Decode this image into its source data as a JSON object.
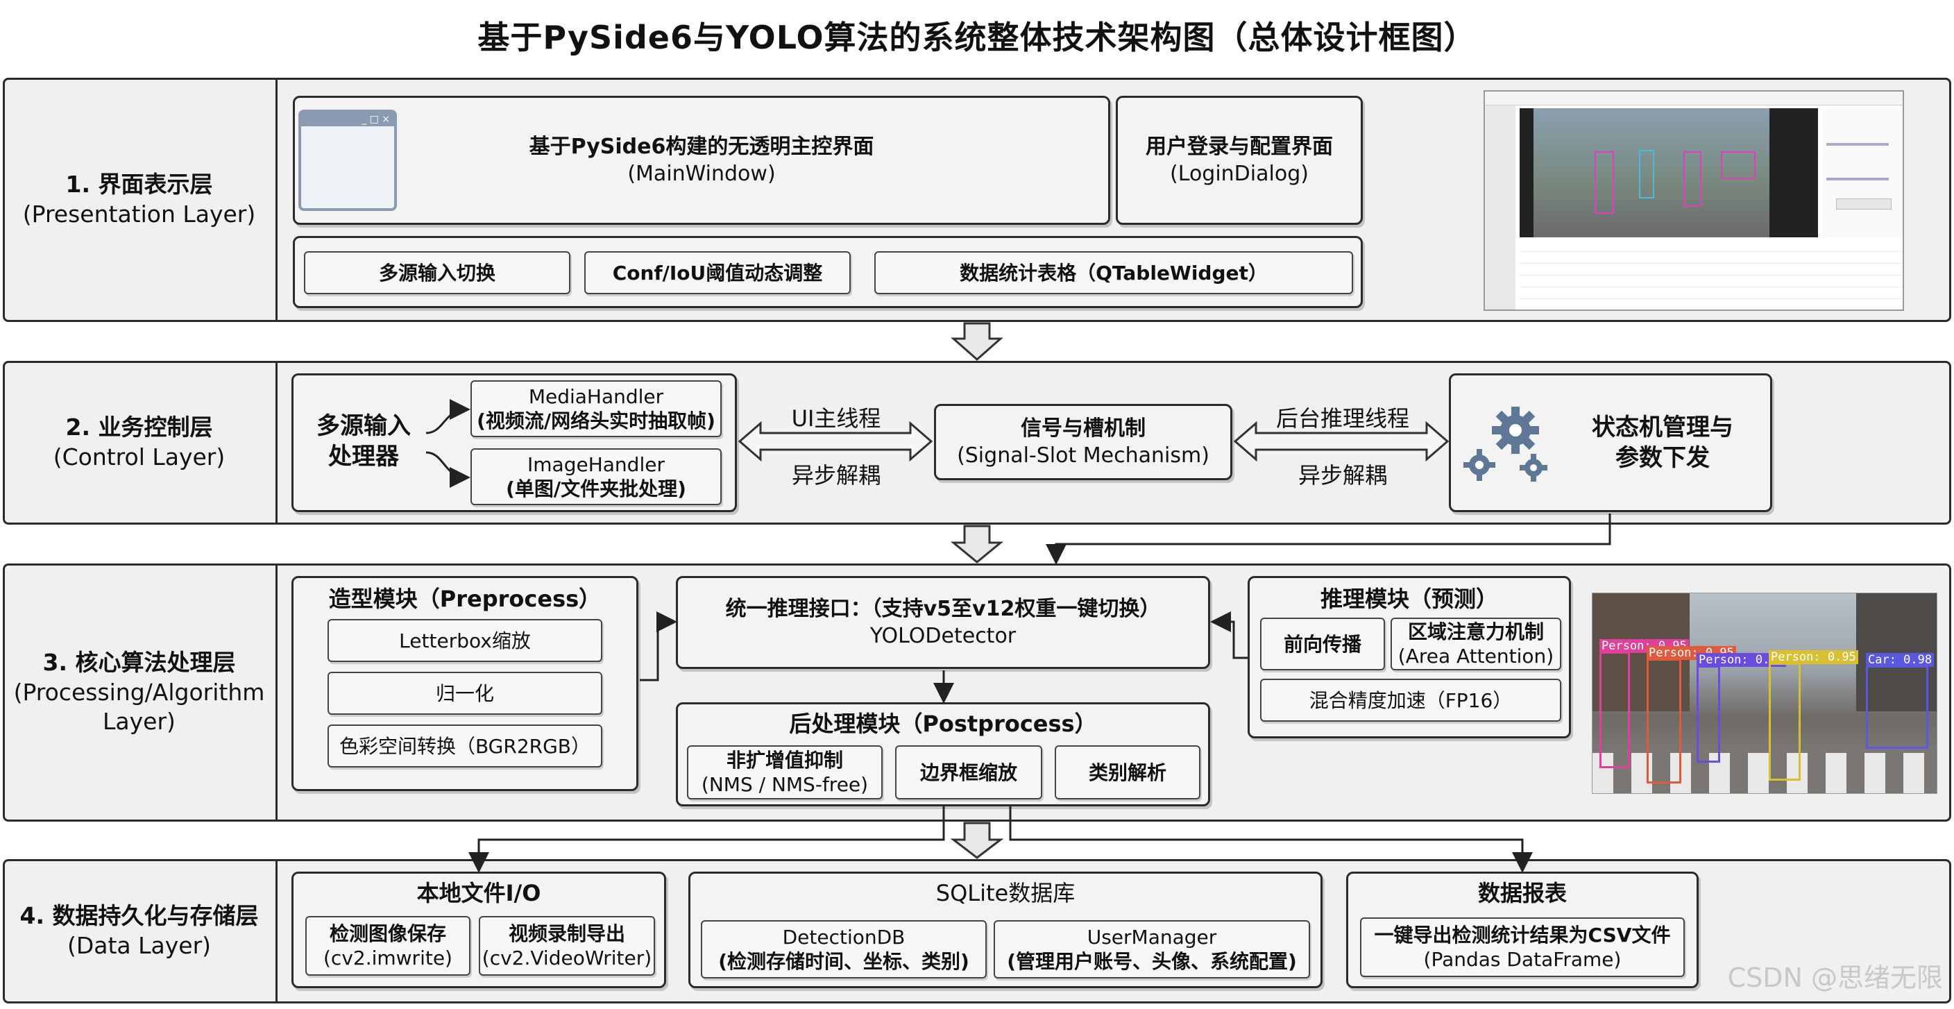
{
  "title": "基于PySide6与YOLO算法的系统整体技术架构图（总体设计框图）",
  "layers": [
    {
      "zh": "1. 界面表示层",
      "en": "(Presentation Layer)"
    },
    {
      "zh": "2. 业务控制层",
      "en": "(Control Layer)"
    },
    {
      "zh": "3. 核心算法处理层",
      "en": "(Processing/Algorithm Layer)"
    },
    {
      "zh": "4. 数据持久化与存储层",
      "en": "(Data Layer)"
    }
  ],
  "presentation": {
    "main_window": {
      "zh": "基于PySide6构建的无透明主控界面",
      "en": "(MainWindow)"
    },
    "login": {
      "zh": "用户登录与配置界面",
      "en": "(LoginDialog)"
    },
    "multi_input": "多源输入切换",
    "conf_iou": "Conf/IoU阈值动态调整",
    "table": "数据统计表格（QTableWidget）",
    "window_icon_controls": "_ □ ×"
  },
  "control": {
    "processor": {
      "zh1": "多源输入",
      "zh2": "处理器"
    },
    "media": {
      "name": "MediaHandler",
      "desc": "(视频流/网络头实时抽取帧)"
    },
    "image": {
      "name": "ImageHandler",
      "desc": "(单图/文件夹批处理)"
    },
    "ui_thread": "UI主线程",
    "async1": "异步解耦",
    "signal": {
      "zh": "信号与槽机制",
      "en": "(Signal-Slot Mechanism)"
    },
    "bg_thread": "后台推理线程",
    "async2": "异步解耦",
    "state": {
      "zh1": "状态机管理与",
      "zh2": "参数下发"
    }
  },
  "processing": {
    "preprocess_title": "造型模块（Preprocess）",
    "letterbox": "Letterbox缩放",
    "normalize": "归一化",
    "colorspace": "色彩空间转换（BGR2RGB）",
    "unified": {
      "zh": "统一推理接口：（支持v5至v12权重一键切换）",
      "en": "YOLODetector"
    },
    "postprocess_title": "后处理模块（Postprocess）",
    "nms": {
      "zh": "非扩增值抑制",
      "en": "(NMS / NMS-free)"
    },
    "bbox_scale": "边界框缩放",
    "class_parse": "类别解析",
    "infer_title": "推理模块（预测）",
    "forward": "前向传播",
    "area_attn": {
      "zh": "区域注意力机制",
      "en": "(Area Attention)"
    },
    "fp16": "混合精度加速（FP16）"
  },
  "data": {
    "local_title": "本地文件I/O",
    "img_save": {
      "zh": "检测图像保存",
      "en": "(cv2.imwrite)"
    },
    "video_export": {
      "zh": "视频录制导出",
      "en": "(cv2.VideoWriter)"
    },
    "sqlite_title": "SQLite数据库",
    "detection_db": {
      "name": "DetectionDB",
      "desc": "(检测存储时间、坐标、类别)"
    },
    "user_manager": {
      "name": "UserManager",
      "desc": "(管理用户账号、头像、系统配置)"
    },
    "report_title": "数据报表",
    "csv": {
      "zh": "一键导出检测统计结果为CSV文件",
      "en": "(Pandas DataFrame)"
    }
  },
  "detections": [
    {
      "label": "Person: 0.95",
      "color": "#e0409c"
    },
    {
      "label": "Person: 0.95",
      "color": "#e05a3c"
    },
    {
      "label": "Person: 0.95",
      "color": "#6a4ce0"
    },
    {
      "label": "Person: 0.95",
      "color": "#d8c030"
    },
    {
      "label": "Car: 0.98",
      "color": "#5a58e0"
    }
  ],
  "watermark": "CSDN @思绪无限"
}
